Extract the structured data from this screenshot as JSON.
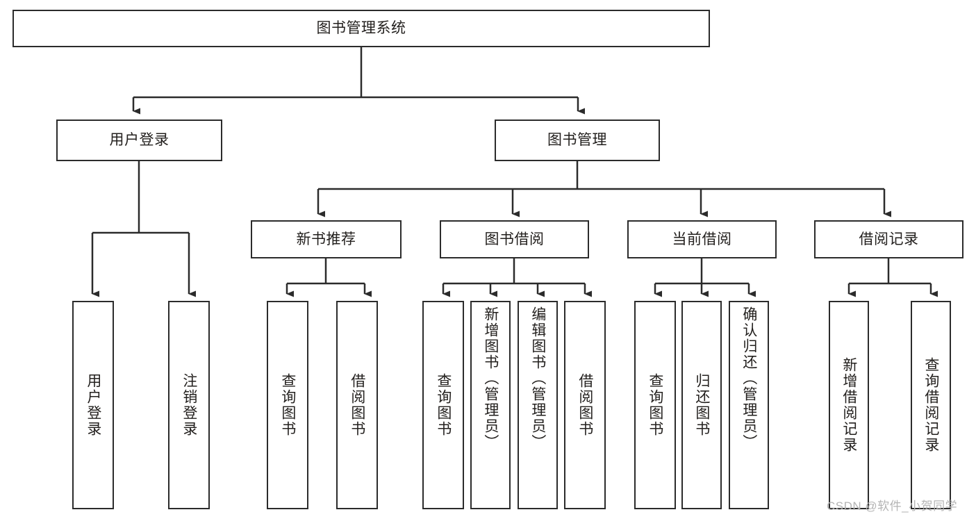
{
  "diagram": {
    "title": "图书管理系统",
    "type": "tree-hierarchy",
    "root": {
      "id": "root",
      "label": "图书管理系统"
    },
    "level2": [
      {
        "id": "user-login",
        "label": "用户登录"
      },
      {
        "id": "book-manage",
        "label": "图书管理"
      }
    ],
    "level3": [
      {
        "id": "new-book-recommend",
        "label": "新书推荐",
        "parent": "book-manage"
      },
      {
        "id": "book-borrow",
        "label": "图书借阅",
        "parent": "book-manage"
      },
      {
        "id": "current-borrow",
        "label": "当前借阅",
        "parent": "book-manage"
      },
      {
        "id": "borrow-record",
        "label": "借阅记录",
        "parent": "book-manage"
      }
    ],
    "leaves": [
      {
        "id": "leaf-user-login",
        "label": "用户登录",
        "parent": "user-login"
      },
      {
        "id": "leaf-user-logout",
        "label": "注销登录",
        "parent": "user-login"
      },
      {
        "id": "leaf-query-book-1",
        "label": "查询图书",
        "parent": "new-book-recommend"
      },
      {
        "id": "leaf-borrow-book-1",
        "label": "借阅图书",
        "parent": "new-book-recommend"
      },
      {
        "id": "leaf-query-book-2",
        "label": "查询图书",
        "parent": "book-borrow"
      },
      {
        "id": "leaf-add-book",
        "label": "新增图书（管理员）",
        "parent": "book-borrow"
      },
      {
        "id": "leaf-edit-book",
        "label": "编辑图书（管理员）",
        "parent": "book-borrow"
      },
      {
        "id": "leaf-borrow-book-2",
        "label": "借阅图书",
        "parent": "book-borrow"
      },
      {
        "id": "leaf-query-book-3",
        "label": "查询图书",
        "parent": "current-borrow"
      },
      {
        "id": "leaf-return-book",
        "label": "归还图书",
        "parent": "current-borrow"
      },
      {
        "id": "leaf-confirm-return",
        "label": "确认归还（管理员）",
        "parent": "current-borrow"
      },
      {
        "id": "leaf-add-record",
        "label": "新增借阅记录",
        "parent": "borrow-record"
      },
      {
        "id": "leaf-query-record",
        "label": "查询借阅记录",
        "parent": "borrow-record"
      }
    ],
    "watermark": "CSDN @软件_小贺同学",
    "colors": {
      "stroke": "#2b2b2b",
      "text": "#23201e",
      "background": "#ffffff",
      "watermark": "#b4b4b4"
    }
  }
}
